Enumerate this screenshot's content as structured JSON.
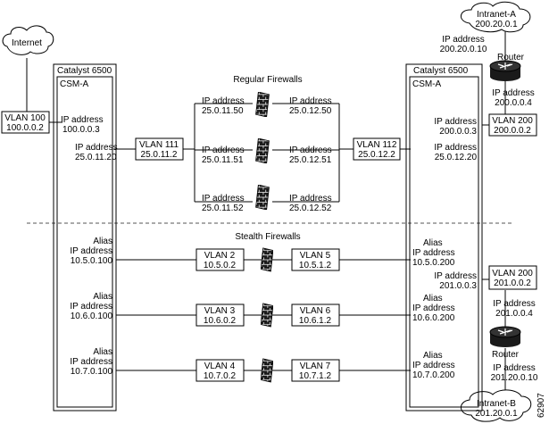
{
  "clouds": {
    "internet": "Internet",
    "intranet_a": [
      "Intranet-A",
      "200.20.0.1"
    ],
    "intranet_b": [
      "Intranet-B",
      "201.20.0.1"
    ]
  },
  "routers": {
    "top_label": "Router",
    "top_ip_upper": [
      "IP address",
      "200.20.0.10"
    ],
    "top_ip_lower": [
      "IP address",
      "200.0.0.4"
    ],
    "bottom_label": "Router",
    "bottom_ip_upper": [
      "IP address",
      "201.0.0.4"
    ],
    "bottom_ip_lower": [
      "IP address",
      "201.20.0.10"
    ]
  },
  "catalyst_left": {
    "title": "Catalyst 6500",
    "module": "CSM-A"
  },
  "catalyst_right": {
    "title": "Catalyst 6500",
    "module": "CSM-A"
  },
  "vlans": {
    "v100": [
      "VLAN 100",
      "100.0.0.2"
    ],
    "v111": [
      "VLAN 111",
      "25.0.11.2"
    ],
    "v112": [
      "VLAN 112",
      "25.0.12.2"
    ],
    "v200a": [
      "VLAN 200",
      "200.0.0.2"
    ],
    "v200b": [
      "VLAN 200",
      "201.0.0.2"
    ],
    "v2": [
      "VLAN 2",
      "10.5.0.2"
    ],
    "v3": [
      "VLAN 3",
      "10.6.0.2"
    ],
    "v4": [
      "VLAN 4",
      "10.7.0.2"
    ],
    "v5": [
      "VLAN 5",
      "10.5.1.2"
    ],
    "v6": [
      "VLAN 6",
      "10.6.1.2"
    ],
    "v7": [
      "VLAN 7",
      "10.7.1.2"
    ]
  },
  "csm_left_ips": {
    "vlan100": [
      "IP address",
      "100.0.0.3"
    ],
    "vlan111": [
      "IP address",
      "25.0.11.20"
    ],
    "alias1": [
      "Alias",
      "IP address",
      "10.5.0.100"
    ],
    "alias2": [
      "Alias",
      "IP address",
      "10.6.0.100"
    ],
    "alias3": [
      "Alias",
      "IP address",
      "10.7.0.100"
    ]
  },
  "csm_right_ips": {
    "vlan200": [
      "IP address",
      "200.0.0.3"
    ],
    "vlan112": [
      "IP address",
      "25.0.12.20"
    ],
    "alias1": [
      "Alias",
      "IP address",
      "10.5.0.200"
    ],
    "vlan200b": [
      "IP address",
      "201.0.0.3"
    ],
    "alias2": [
      "Alias",
      "IP address",
      "10.6.0.200"
    ],
    "alias3": [
      "Alias",
      "IP address",
      "10.7.0.200"
    ]
  },
  "regular_firewalls": {
    "title": "Regular Firewalls",
    "fw1_left": [
      "IP address",
      "25.0.11.50"
    ],
    "fw1_right": [
      "IP address",
      "25.0.12.50"
    ],
    "fw2_left": [
      "IP address",
      "25.0.11.51"
    ],
    "fw2_right": [
      "IP address",
      "25.0.12.51"
    ],
    "fw3_left": [
      "IP address",
      "25.0.11.52"
    ],
    "fw3_right": [
      "IP address",
      "25.0.12.52"
    ]
  },
  "stealth_firewalls": {
    "title": "Stealth Firewalls"
  },
  "figure_id": "62907"
}
